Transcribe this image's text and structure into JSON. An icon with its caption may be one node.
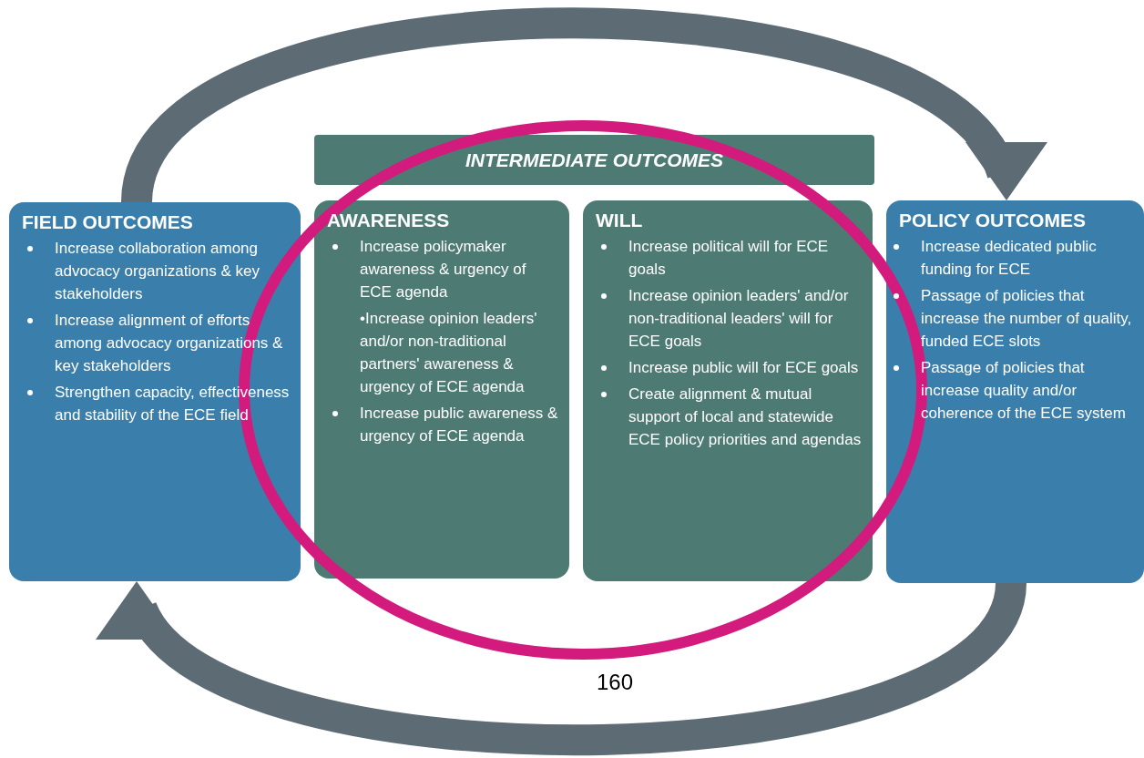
{
  "diagram": {
    "nodes": [
      {
        "text": [
          "FIELD OUTCOMES",
          "Increase collaboration among advocacy organizations & key stakeholders",
          "Increase alignment of efforts among advocacy organizations & key stakeholders",
          "Strengthen capacity, effectiveness and stability of the ECE field"
        ]
      },
      {
        "text": [
          "INTERMEDIATE OUTCOMES"
        ]
      },
      {
        "text": [
          "AWARENESS",
          "Increase policymaker awareness & urgency of ECE agenda",
          "•Increase opinion leaders' and/or non-traditional partners' awareness & urgency of ECE agenda",
          "Increase public awareness & urgency of ECE agenda"
        ]
      },
      {
        "text": [
          "WILL",
          "Increase political will for ECE goals",
          "Increase opinion leaders' and/or non-traditional leaders' will for ECE goals",
          "Increase public will for ECE goals",
          "Create alignment & mutual support of local and statewide ECE policy priorities and agendas"
        ]
      },
      {
        "text": [
          "POLICY OUTCOMES",
          "Increase dedicated public funding for ECE",
          "Passage of policies that increase the number of quality, funded ECE slots",
          "Passage of policies that increase quality and/or coherence of the ECE system"
        ]
      }
    ],
    "edges": [
      {
        "from": 0,
        "to": 4,
        "arrow": "to"
      },
      {
        "from": 4,
        "to": 0,
        "arrow": "to"
      }
    ],
    "labels": [
      "160"
    ]
  }
}
